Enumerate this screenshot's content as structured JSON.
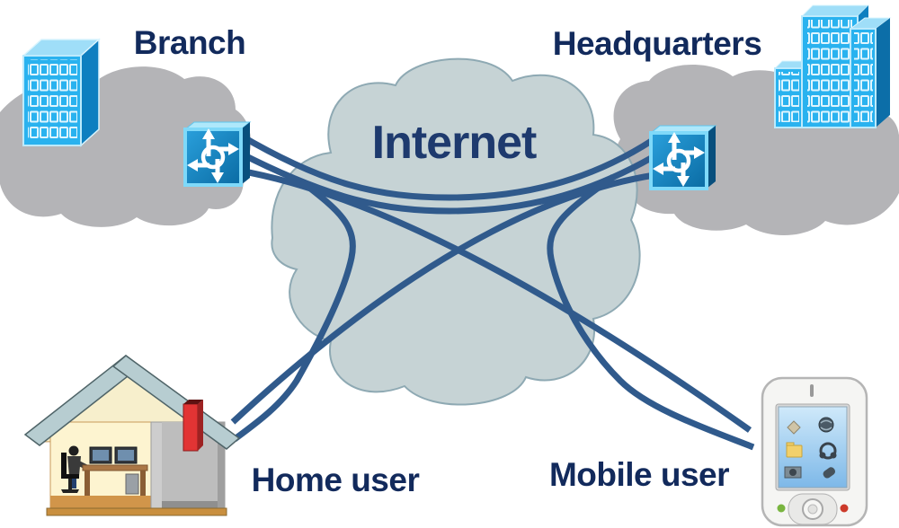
{
  "labels": {
    "branch": "Branch",
    "headquarters": "Headquarters",
    "internet": "Internet",
    "home_user": "Home user",
    "mobile_user": "Mobile user"
  },
  "nodes": [
    {
      "id": "branch",
      "label": "Branch",
      "icon": "office-building-icon",
      "gateway": "router-icon"
    },
    {
      "id": "headquarters",
      "label": "Headquarters",
      "icon": "skyscrapers-icon",
      "gateway": "router-icon"
    },
    {
      "id": "internet",
      "label": "Internet",
      "icon": "cloud-icon"
    },
    {
      "id": "home_user",
      "label": "Home user",
      "icon": "house-with-person-icon"
    },
    {
      "id": "mobile_user",
      "label": "Mobile user",
      "icon": "pda-phone-icon"
    }
  ],
  "connections": [
    {
      "from": "branch-router",
      "to": "headquarters-router",
      "style": "parallel-pair-upper"
    },
    {
      "from": "branch-router",
      "to": "headquarters-router",
      "style": "parallel-pair-lower"
    },
    {
      "from": "branch-router",
      "to": "mobile-user",
      "style": "diagonal-curve"
    },
    {
      "from": "headquarters-router",
      "to": "home-user",
      "style": "diagonal-curve"
    },
    {
      "from": "internet-left",
      "to": "home-user",
      "style": "hook-curve"
    },
    {
      "from": "internet-right",
      "to": "mobile-user",
      "style": "hook-curve"
    }
  ],
  "colors": {
    "connection_line": "#305a8c",
    "internet_cloud_fill": "#c6d3d5",
    "internet_cloud_stroke": "#8ea9b3",
    "site_cloud_fill": "#b4b4b7",
    "label_text": "#122a5c",
    "internet_text": "#1e3a6e",
    "building_blue": "#29b2ef",
    "building_side_blue": "#0e7fc0",
    "router_face_blue": "#1187c4",
    "router_bevel_blue": "#7fd9f9",
    "chimney_red": "#e23434",
    "roof_slate": "#b7cdd1",
    "interior_cream": "#fdf4d0"
  }
}
